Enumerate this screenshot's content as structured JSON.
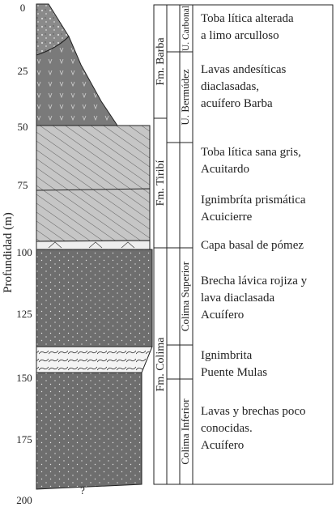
{
  "axis": {
    "label": "Profundidad (m)",
    "ticks": [
      "0",
      "25",
      "50",
      "75",
      "100",
      "125",
      "150",
      "175",
      "200"
    ],
    "unknown_marker": "?"
  },
  "formations": [
    {
      "id": "fm-barba",
      "label": "Fm. Barba"
    },
    {
      "id": "fm-tiribi",
      "label": "Fm. Tiribí"
    },
    {
      "id": "fm-colima",
      "label": "Fm. Colima"
    }
  ],
  "units": [
    {
      "id": "u-carbonal",
      "label": "U. Carbonal"
    },
    {
      "id": "u-bermudez",
      "label": "U. Bermúdez"
    },
    {
      "id": "colima-superior",
      "label": "Colima Superior"
    },
    {
      "id": "colima-inferior",
      "label": "Colima Inferior"
    }
  ],
  "descriptions": [
    {
      "id": "toba-alterada",
      "lines": [
        "Toba lítica alterada",
        "a limo arculloso"
      ]
    },
    {
      "id": "lavas-andesiticas",
      "lines": [
        "Lavas andesíticas",
        "diaclasadas,",
        "acuífero Barba"
      ]
    },
    {
      "id": "toba-sana",
      "lines": [
        "Toba lítica sana gris,",
        "Acuitardo"
      ]
    },
    {
      "id": "ignimbrita-prismatica",
      "lines": [
        "Ignimbríta prismática",
        "Acuicierre"
      ]
    },
    {
      "id": "capa-pomez",
      "lines": [
        "Capa basal de pómez"
      ]
    },
    {
      "id": "brecha-lavica",
      "lines": [
        "Brecha lávica rojiza y",
        "lava diaclasada",
        "Acuífero"
      ]
    },
    {
      "id": "ignimbrita-puente",
      "lines": [
        "Ignimbrita",
        "Puente Mulas"
      ]
    },
    {
      "id": "lavas-brechas",
      "lines": [
        "Lavas y brechas poco",
        "conocidas.",
        "Acuífero"
      ]
    }
  ],
  "colors": {
    "dark_fill": "#6e6e6e",
    "medium_fill": "#8f8f8f",
    "light_fill": "#c4c4c4",
    "white_fill": "#f4f4f4",
    "line": "#222222"
  }
}
